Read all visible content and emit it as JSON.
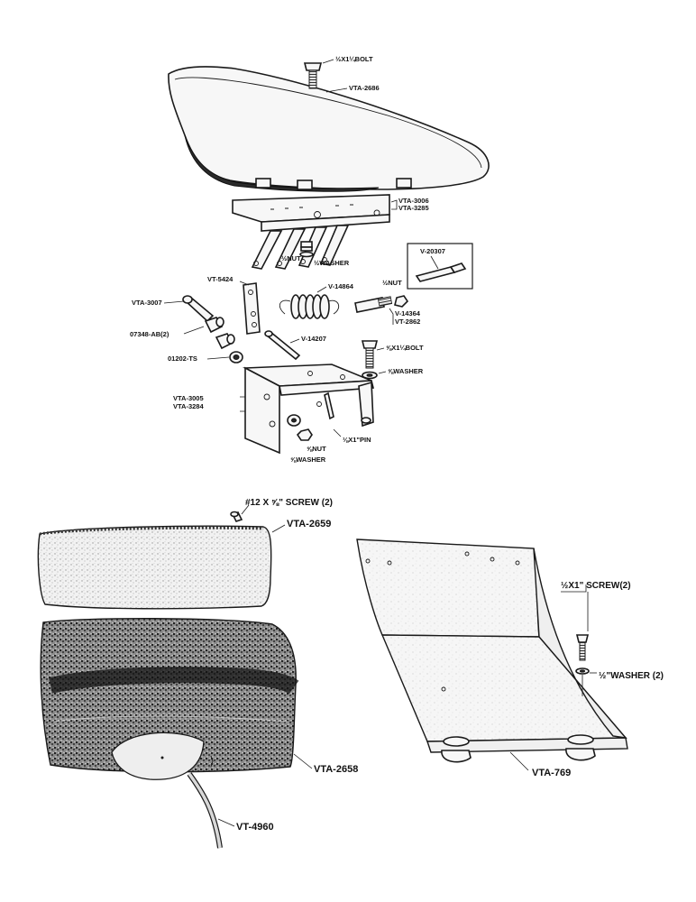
{
  "labels": {
    "bolt_top": "½X1¼BOLT",
    "seat_pan": "VTA-2686",
    "bracket_a": "VTA-3006",
    "bracket_b": "VTA-3285",
    "inset_part": "V-20307",
    "nut_half_left": "½NUT",
    "washer_half_top": "½WASHER",
    "vt5424": "VT-5424",
    "spring": "V-14864",
    "nut_half_right": "½NUT",
    "vta3007": "VTA-3007",
    "v14364": "V-14364",
    "vt2862": "VT-2862",
    "bushing": "07348-AB(2)",
    "v14207": "V-14207",
    "bolt_58": "⅝X1¼BOLT",
    "fitting": "01202-TS",
    "washer_58": "⅝WASHER",
    "base_a": "VTA-3005",
    "base_b": "VTA-3284",
    "pin": "⅛X1\"PIN",
    "nut_58": "⅝NUT",
    "washer_58_low": "⅝WASHER",
    "screw_12": "#12 X ⅝\" SCREW (2)",
    "cushion_back": "VTA-2659",
    "screw_half": "½X1\" SCREW(2)",
    "washer_half_2": "½\"WASHER (2)",
    "cushion_seat": "VTA-2658",
    "seat_tray": "VTA-769",
    "hose": "VT-4960"
  },
  "icons": [
    "bolt-icon",
    "nut-icon",
    "washer-icon",
    "spring-icon",
    "pin-icon",
    "screw-icon"
  ]
}
